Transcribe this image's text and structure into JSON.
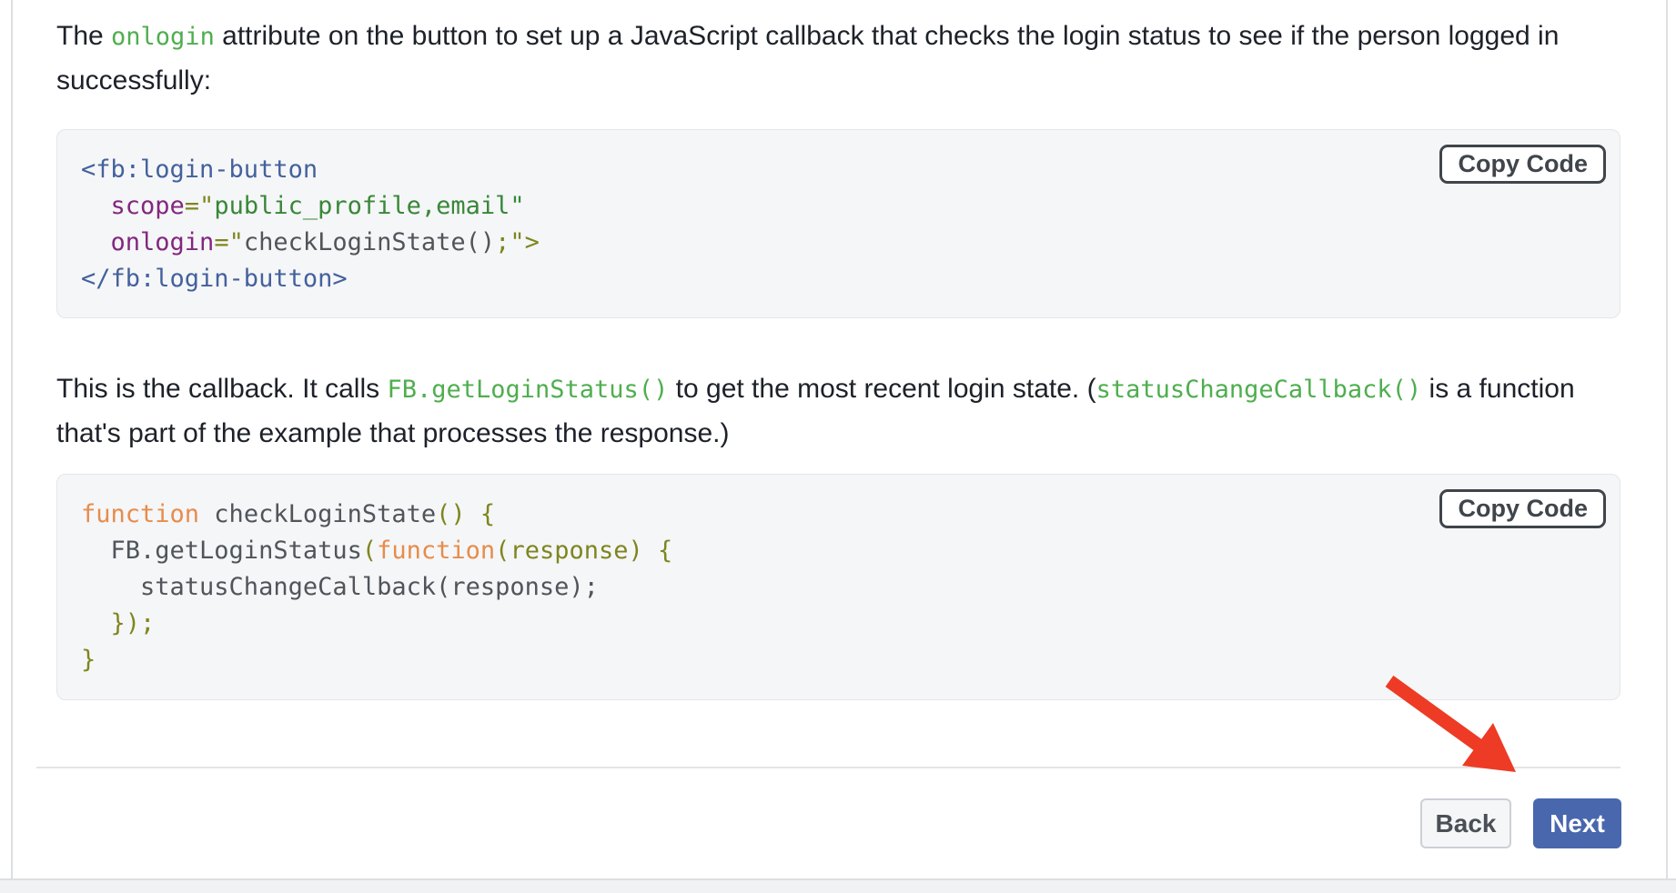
{
  "colors": {
    "next_button_bg": "#4867ad",
    "arrow_red": "#ee3b25",
    "inline_code_green": "#4fae4f"
  },
  "paragraph1": {
    "part1": "The ",
    "code": "onlogin",
    "part2": " attribute on the button to set up a JavaScript callback that checks the login status to see if the person logged in successfully:"
  },
  "paragraph2": {
    "part1": "This is the callback. It calls ",
    "code1": "FB.getLoginStatus()",
    "part2": " to get the most recent login state. (",
    "code2": "statusChangeCallback()",
    "part3": " is a function that's part of the example that processes the response.)"
  },
  "code_block_1": {
    "copy_label": "Copy Code",
    "lines": [
      [
        [
          "tag",
          "<fb:login-button"
        ]
      ],
      [
        [
          "plain",
          "  "
        ],
        [
          "attr",
          "scope"
        ],
        [
          "punct",
          "=\""
        ],
        [
          "string",
          "public_profile,email\""
        ]
      ],
      [
        [
          "plain",
          "  "
        ],
        [
          "attr",
          "onlogin"
        ],
        [
          "punct",
          "=\""
        ],
        [
          "plain",
          "checkLoginState()"
        ],
        [
          "punct",
          ";\">"
        ]
      ],
      [
        [
          "tag",
          "</fb:login-button>"
        ]
      ]
    ]
  },
  "code_block_2": {
    "copy_label": "Copy Code",
    "lines": [
      [
        [
          "keyword",
          "function"
        ],
        [
          "plain",
          " checkLoginState"
        ],
        [
          "punct",
          "() {"
        ]
      ],
      [
        [
          "plain",
          "  FB.getLoginStatus"
        ],
        [
          "punct",
          "("
        ],
        [
          "keyword",
          "function"
        ],
        [
          "punct",
          "("
        ],
        [
          "param",
          "response"
        ],
        [
          "punct",
          ") {"
        ]
      ],
      [
        [
          "plain",
          "    statusChangeCallback(response);"
        ]
      ],
      [
        [
          "punct",
          "  });"
        ]
      ],
      [
        [
          "punct",
          "}"
        ]
      ]
    ]
  },
  "nav": {
    "back_label": "Back",
    "next_label": "Next"
  }
}
